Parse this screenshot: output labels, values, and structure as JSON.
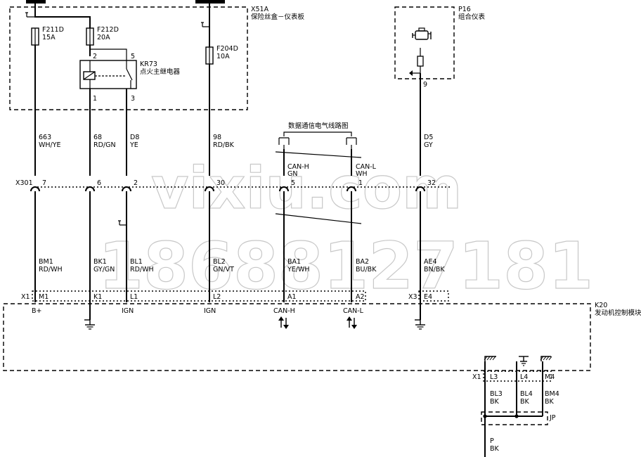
{
  "modules": {
    "fuse_box": {
      "id": "X51A",
      "name": "保险丝盒－仪表板"
    },
    "cluster": {
      "id": "P16",
      "name": "组合仪表"
    },
    "ecm": {
      "id": "K20",
      "name": "发动机控制模块"
    }
  },
  "fuses": [
    {
      "id": "F211D",
      "rating": "15A"
    },
    {
      "id": "F212D",
      "rating": "20A"
    },
    {
      "id": "F204D",
      "rating": "10A"
    }
  ],
  "relay": {
    "id": "KR73",
    "name": "点火主继电器",
    "pins": [
      "2",
      "5",
      "1",
      "3"
    ]
  },
  "can_label": "数据通信电气线路图",
  "connector_x301": {
    "id": "X301",
    "pins": [
      "7",
      "6",
      "2",
      "30",
      "5",
      "1",
      "32"
    ]
  },
  "cluster_pin": "9",
  "upper_wires": [
    {
      "circuit": "663",
      "color": "WH/YE"
    },
    {
      "circuit": "68",
      "color": "RD/GN"
    },
    {
      "circuit": "D8",
      "color": "YE"
    },
    {
      "circuit": "98",
      "color": "RD/BK"
    },
    {
      "circuit": "CAN-H",
      "color": "GN"
    },
    {
      "circuit": "CAN-L",
      "color": "WH"
    },
    {
      "circuit": "D5",
      "color": "GY"
    }
  ],
  "lower_wires": [
    {
      "circuit": "BM1",
      "color": "RD/WH"
    },
    {
      "circuit": "BK1",
      "color": "GY/GN"
    },
    {
      "circuit": "BL1",
      "color": "RD/WH"
    },
    {
      "circuit": "BL2",
      "color": "GN/VT"
    },
    {
      "circuit": "BA1",
      "color": "YE/WH"
    },
    {
      "circuit": "BA2",
      "color": "BU/BK"
    },
    {
      "circuit": "AE4",
      "color": "BN/BK"
    }
  ],
  "ecm_connectors": {
    "x1": "X1",
    "x3": "X3"
  },
  "ecm_pins": [
    {
      "pin": "M1",
      "func": "B+"
    },
    {
      "pin": "K1",
      "func": ""
    },
    {
      "pin": "L1",
      "func": "IGN"
    },
    {
      "pin": "L2",
      "func": "IGN"
    },
    {
      "pin": "A1",
      "func": "CAN-H"
    },
    {
      "pin": "A2",
      "func": "CAN-L"
    },
    {
      "pin": "E4",
      "func": ""
    }
  ],
  "ground_connector": "X1",
  "ground_pins": [
    {
      "pin": "L3",
      "circuit": "BL3",
      "color": "BK"
    },
    {
      "pin": "L4",
      "circuit": "BL4",
      "color": "BK"
    },
    {
      "pin": "M4",
      "circuit": "BM4",
      "color": "BK"
    }
  ],
  "splice": "JP",
  "final_wire": {
    "circuit": "P",
    "color": "BK"
  },
  "watermark": {
    "line1": "vixiu.com",
    "line2": "18688127181"
  }
}
